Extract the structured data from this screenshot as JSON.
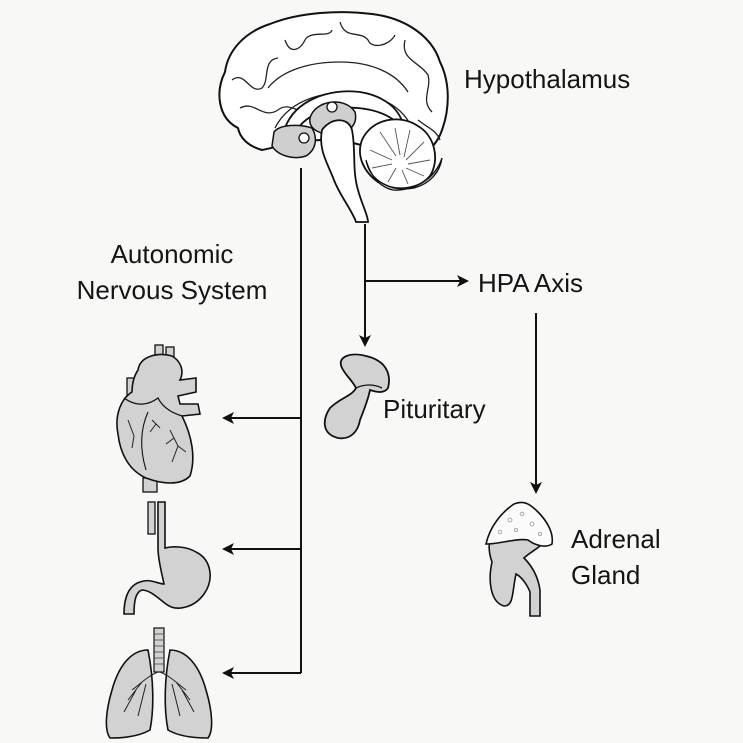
{
  "title": "Stress response pathways diagram",
  "labels": {
    "hypothalamus": "Hypothalamus",
    "ans_line1": "Autonomic",
    "ans_line2": "Nervous System",
    "hpa_axis": "HPA Axis",
    "pituitary": "Pituritary",
    "adrenal_line1": "Adrenal",
    "adrenal_line2": "Gland"
  },
  "organs": [
    "brain",
    "pituitary",
    "adrenal-gland",
    "heart",
    "stomach",
    "lungs"
  ],
  "pathways": [
    {
      "from": "brain",
      "via": "autonomic-nervous-system",
      "to": [
        "heart",
        "stomach",
        "lungs"
      ]
    },
    {
      "from": "brain",
      "via": "hpa-axis",
      "to": [
        "pituitary"
      ]
    },
    {
      "from": "hpa-axis",
      "to": [
        "adrenal-gland"
      ]
    }
  ],
  "colors": {
    "background": "#f8f8f7",
    "stroke": "#111111",
    "organ_fill": "#d2d2d2",
    "brain_fill": "#ffffff"
  }
}
